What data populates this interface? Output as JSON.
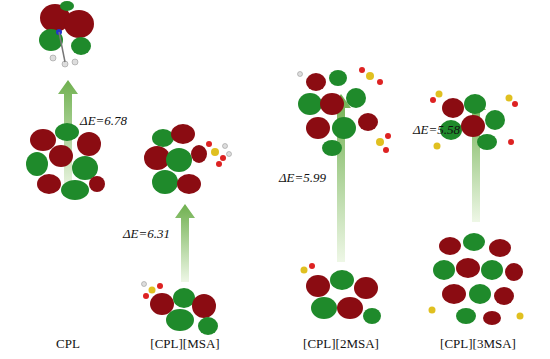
{
  "diagram": {
    "labels": [
      "ΔE=6.78",
      "CPL",
      "ΔE=6.31",
      "[CPL][MSA]",
      "ΔE=5.99",
      "[CPL][2MSA]",
      "ΔE=5.58",
      "[CPL][3MSA]"
    ]
  }
}
